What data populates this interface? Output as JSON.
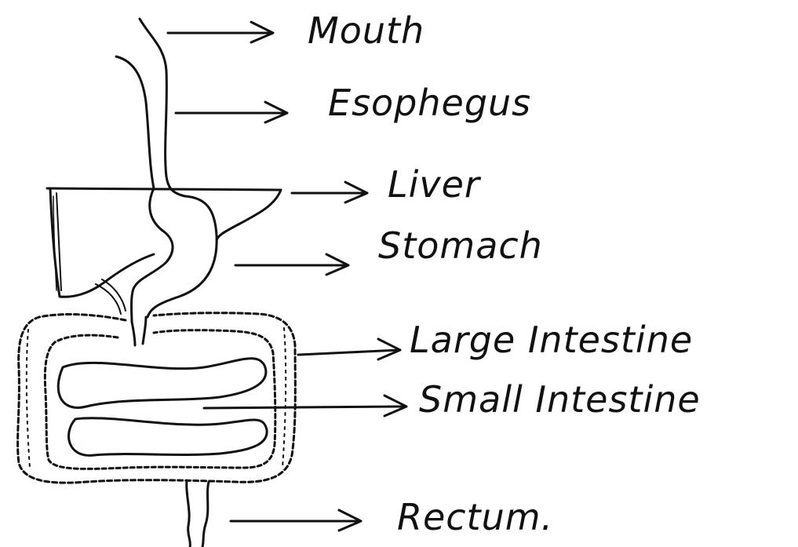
{
  "labels": {
    "mouth": "Mouth",
    "esophagus": "Esophegus",
    "liver": "Liver",
    "stomach": "Stomach",
    "large_intestine": "Large Intestine",
    "small_intestine": "Small Intestine",
    "rectum": "Rectum."
  },
  "colors": {
    "ink": "#111111",
    "background": "#ffffff"
  }
}
